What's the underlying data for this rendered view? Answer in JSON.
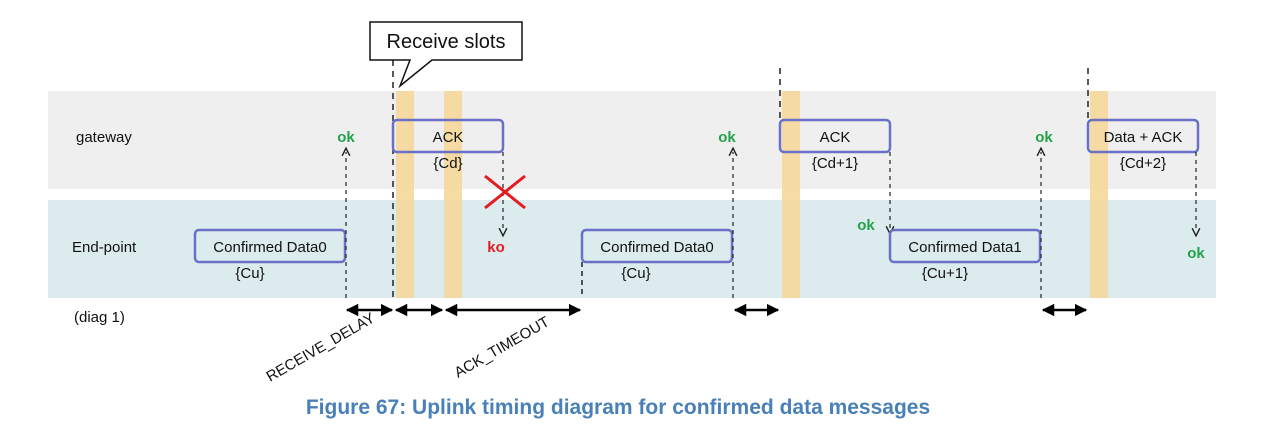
{
  "labels": {
    "gateway": "gateway",
    "endpoint": "End-point",
    "diag": "(diag 1)",
    "callout": "Receive slots",
    "receive_delay": "RECEIVE_DELAY",
    "ack_timeout": "ACK_TIMEOUT",
    "caption": "Figure 67: Uplink timing diagram for confirmed data messages"
  },
  "boxes": {
    "ep1": "Confirmed Data0",
    "ep1_sub": "{Cu}",
    "gw1": "ACK",
    "gw1_sub": "{Cd}",
    "ep2": "Confirmed Data0",
    "ep2_sub": "{Cu}",
    "gw2": "ACK",
    "gw2_sub": "{Cd+1}",
    "ep3": "Confirmed Data1",
    "ep3_sub": "{Cu+1}",
    "gw3": "Data + ACK",
    "gw3_sub": "{Cd+2}"
  },
  "status": {
    "ok1": "ok",
    "ko1": "ko",
    "ok2": "ok",
    "ok3": "ok",
    "ok4": "ok",
    "ok5": "ok"
  },
  "colors": {
    "gateway_band": "#efefef",
    "endpoint_band": "#dcebed",
    "slot": "#f5d79a",
    "box_stroke": "#6a6fc8",
    "ok": "#22a34a",
    "ko": "#e31b23"
  }
}
